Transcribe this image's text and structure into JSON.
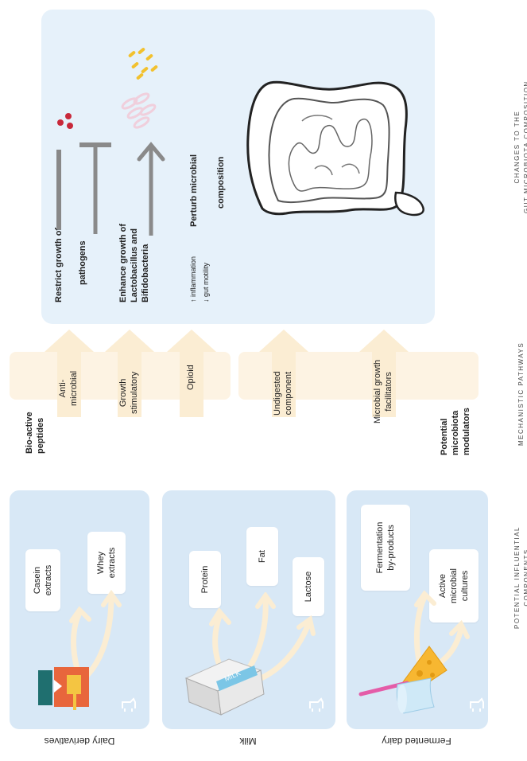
{
  "sections": {
    "components": "POTENTIAL INFLUENTIAL\nCOMPONENTS",
    "pathways": "MECHANISTIC PATHWAYS",
    "changes": "CHANGES TO THE\nGUT MICROBIOTA COMPOSITION"
  },
  "panels": {
    "dairy_derivatives": {
      "label": "Dairy derivatives",
      "items": [
        "Casein\nextracts",
        "Whey\nextracts"
      ]
    },
    "milk": {
      "label": "Milk",
      "items": [
        "Protein",
        "Fat",
        "Lactose"
      ],
      "carton_text": "MILK"
    },
    "fermented_dairy": {
      "label": "Fermented dairy",
      "items": [
        "Fermentation\nby-products",
        "Active\nmicrobial\ncultures"
      ]
    }
  },
  "pathways": {
    "bioactive": "Bio-active\npeptides",
    "modulators": "Potential\nmicrobiota\nmodulators",
    "arrows": [
      "Anti-\nmicrobial",
      "Growth\nstimulatory",
      "Opioid",
      "Undigested\ncomponent",
      "Microbial growth\nfacilitators"
    ]
  },
  "changes": {
    "restrict": "Restrict growth of",
    "pathogens": "pathogens",
    "enhance": "Enhance growth of\nLactobacillus and\nBifidobacteria",
    "inflammation": "↑ inflammation",
    "motility": "↓ gut motility",
    "perturb": "Perturb microbial",
    "composition": "composition"
  },
  "colors": {
    "panel_blue": "#d8e8f6",
    "panel_light": "#e6f1fa",
    "cream": "#fdf3e3",
    "arrow_cream": "#fbedd3",
    "pathogen_red": "#c8283a",
    "lacto_yellow": "#f2c12e",
    "bifido_pink": "#f1dbe4"
  }
}
